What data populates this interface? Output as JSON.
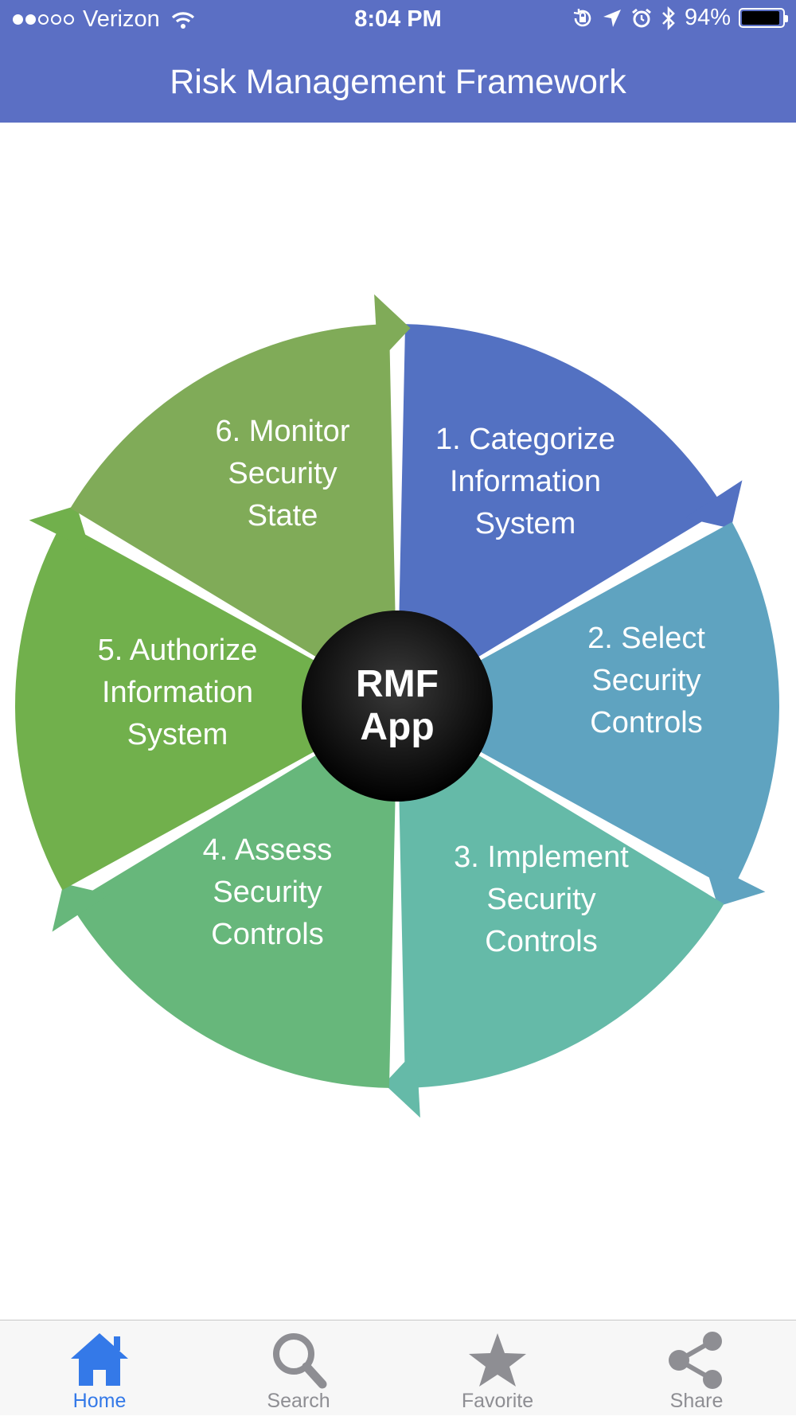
{
  "status_bar": {
    "carrier": "Verizon",
    "time": "8:04 PM",
    "battery": "94%",
    "battery_level": 0.94,
    "signal_bars_filled": 2,
    "signal_bars_total": 5
  },
  "header": {
    "title": "Risk Management Framework"
  },
  "diagram": {
    "center": {
      "line1": "RMF",
      "line2": "App"
    },
    "steps": [
      {
        "label1": "1. Categorize",
        "label2": "Information",
        "label3": "System",
        "color": "#5371c2"
      },
      {
        "label1": "2. Select",
        "label2": "Security",
        "label3": "Controls",
        "color": "#5fa3c0"
      },
      {
        "label1": "3. Implement",
        "label2": "Security",
        "label3": "Controls",
        "color": "#65baa8"
      },
      {
        "label1": "4. Assess",
        "label2": "Security",
        "label3": "Controls",
        "color": "#67b77b"
      },
      {
        "label1": "5. Authorize",
        "label2": "Information",
        "label3": "System",
        "color": "#71b04c"
      },
      {
        "label1": "6. Monitor",
        "label2": "Security",
        "label3": "State",
        "color": "#80ab58"
      }
    ]
  },
  "tabbar": {
    "home": "Home",
    "search": "Search",
    "favorite": "Favorite",
    "share": "Share"
  },
  "colors": {
    "header_bg": "#5b6fc4",
    "tab_active": "#3479e8",
    "tab_inactive": "#8e8e93"
  }
}
